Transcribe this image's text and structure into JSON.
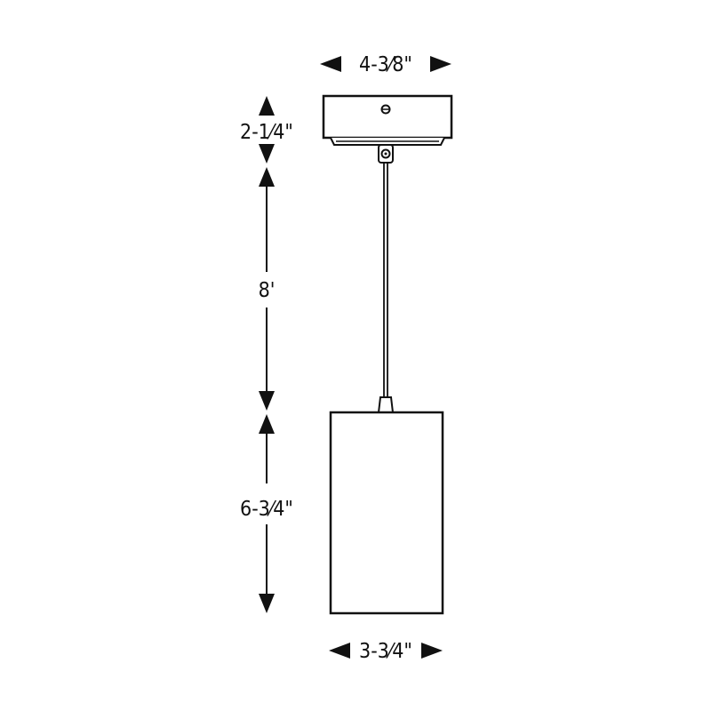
{
  "dimensions": {
    "canopy_width": "4-3⁄8\"",
    "canopy_height": "2-1⁄4\"",
    "cord_length": "8'",
    "shade_height": "6-3⁄4\"",
    "shade_width": "3-3⁄4\""
  },
  "colors": {
    "ink": "#111111",
    "background": "#ffffff"
  }
}
